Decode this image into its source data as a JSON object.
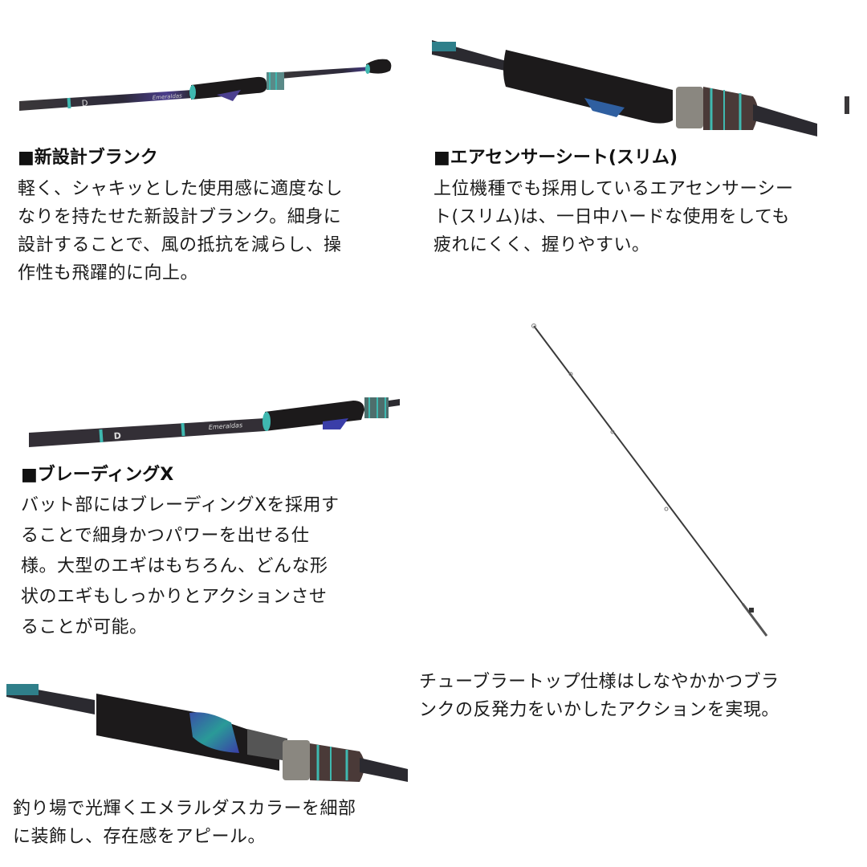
{
  "features": [
    {
      "id": "new-blank",
      "heading": "■新設計ブランク",
      "lines": [
        "軽く、シャキッとした使用感に適度なし",
        "なりを持たせた新設計ブランク。細身に",
        "設計することで、風の抵抗を減らし、操",
        "作性も飛躍的に向上。"
      ]
    },
    {
      "id": "air-sensor-seat",
      "heading": "■エアセンサーシート(スリム)",
      "lines": [
        "上位機種でも採用しているエアセンサーシー",
        "ト(スリム)は、一日中ハードな使用をしても",
        "疲れにくく、握りやすい。"
      ]
    },
    {
      "id": "braiding-x",
      "heading": "■ブレーディングX",
      "lines": [
        "バット部にはブレーディングXを採用す",
        "ることで細身かつパワーを出せる仕",
        "様。大型のエギはもちろん、どんな形",
        "状のエギもしっかりとアクションさせ",
        "ることが可能。"
      ]
    },
    {
      "id": "tubular-top",
      "lines": [
        "チューブラートップ仕様はしなやかかつブラ",
        "ンクの反発力をいかしたアクションを実現。"
      ]
    },
    {
      "id": "emeraldas-color",
      "lines": [
        "釣り場で光輝くエメラルダスカラーを細部",
        "に装飾し、存在感をアピール。"
      ]
    }
  ],
  "photos": {
    "rod_full_label": "Emeraldas",
    "brand_mark": "D"
  },
  "colors": {
    "blank": "#2b2a30",
    "grip": "#1c1a1b",
    "accent_teal": "#3fb8b0",
    "accent_purple": "#4b3f8f",
    "reel_seat_gray": "#8a8780",
    "text": "#1a1a1a"
  }
}
